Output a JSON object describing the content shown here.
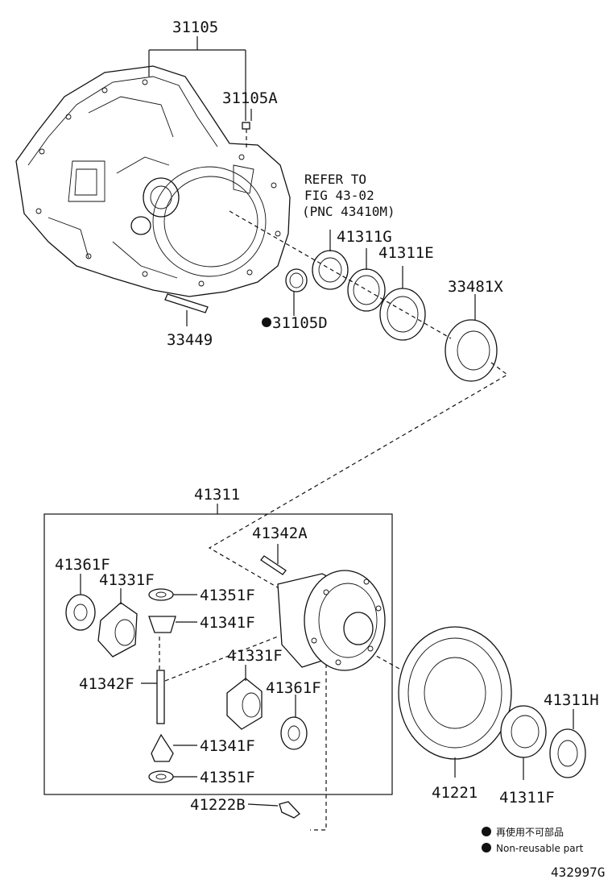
{
  "parts": {
    "p31105": "31105",
    "p31105A": "31105A",
    "refer_line1": "REFER TO",
    "refer_line2": "FIG 43-02",
    "refer_line3": "(PNC 43410M)",
    "p41311G": "41311G",
    "p41311E": "41311E",
    "p33481X": "33481X",
    "p31105D": "31105D",
    "p33449": "33449",
    "p41311": "41311",
    "p41342A": "41342A",
    "p41361F_a": "41361F",
    "p41331F_a": "41331F",
    "p41351F_a": "41351F",
    "p41341F_a": "41341F",
    "p41342F": "41342F",
    "p41331F_b": "41331F",
    "p41361F_b": "41361F",
    "p41341F_b": "41341F",
    "p41351F_b": "41351F",
    "p41222B": "41222B",
    "p41221": "41221",
    "p41311H": "41311H",
    "p41311F": "41311F"
  },
  "legend": {
    "jp": "再使用不可部品",
    "en": "Non-reusable part"
  },
  "figure_code": "432997G"
}
